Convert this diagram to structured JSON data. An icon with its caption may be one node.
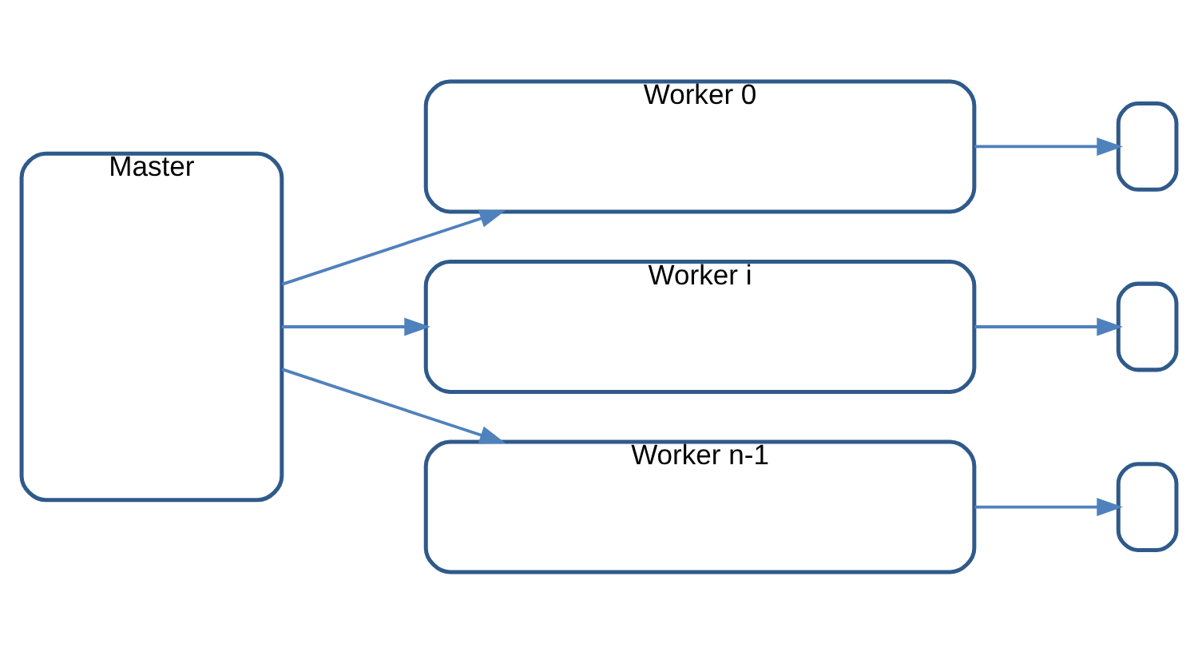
{
  "diagram": {
    "nodes": [
      {
        "text": [
          "Master"
        ]
      },
      {
        "text": [
          "Worker 0"
        ]
      },
      {
        "text": [
          "Worker i"
        ]
      },
      {
        "text": [
          "Worker n-1"
        ]
      },
      {
        "text": [],
        "shape": "box"
      },
      {
        "text": [],
        "shape": "box"
      },
      {
        "text": [],
        "shape": "box"
      }
    ],
    "edges": [
      {
        "from": 0,
        "to": 1,
        "arrow": "to"
      },
      {
        "from": 0,
        "to": 2,
        "arrow": "to"
      },
      {
        "from": 0,
        "to": 3,
        "arrow": "to"
      },
      {
        "from": 1,
        "to": 4,
        "arrow": "to"
      },
      {
        "from": 2,
        "to": 5,
        "arrow": "to"
      },
      {
        "from": 3,
        "to": 6,
        "arrow": "to"
      }
    ]
  }
}
